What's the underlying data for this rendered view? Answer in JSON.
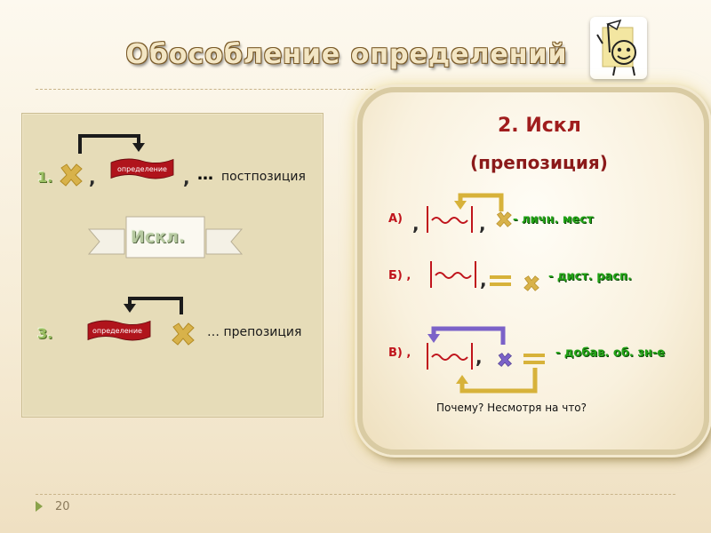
{
  "slide": {
    "title": "Обособление определений",
    "page_number": "20"
  },
  "left": {
    "row1": {
      "number": "1.",
      "comma1": ",",
      "ribbon_label": "определение",
      "comma2": ",",
      "dots": "…",
      "text": "постпозиция"
    },
    "banner": "Искл.",
    "row3": {
      "number": "3.",
      "ribbon_label": "определение",
      "text": "… препозиция"
    }
  },
  "right": {
    "heading": "2. Искл",
    "subheading": "(препозиция)",
    "rowA": {
      "label": "А)",
      "comma1": ",",
      "comma2": ",",
      "note": "- личн. мест"
    },
    "rowB": {
      "label": "Б) ,",
      "comma": ",",
      "note": "- дист. расп."
    },
    "rowC": {
      "label": "В) ,",
      "comma": ",",
      "note": "- добав. об. зн-е"
    },
    "question": "Почему? Несмотря на что?"
  },
  "colors": {
    "ribbon": "#b0141c",
    "cross": "#d8b24a",
    "green": "#22a316",
    "arrow_gold": "#d7b23a",
    "arrow_purple": "#7b62c8"
  },
  "icons": [
    "cartoon-character-icon",
    "cross-icon",
    "wavy-underline-icon",
    "double-underline-icon",
    "bracket-arrow-icon",
    "navigation-arrow-icon"
  ]
}
